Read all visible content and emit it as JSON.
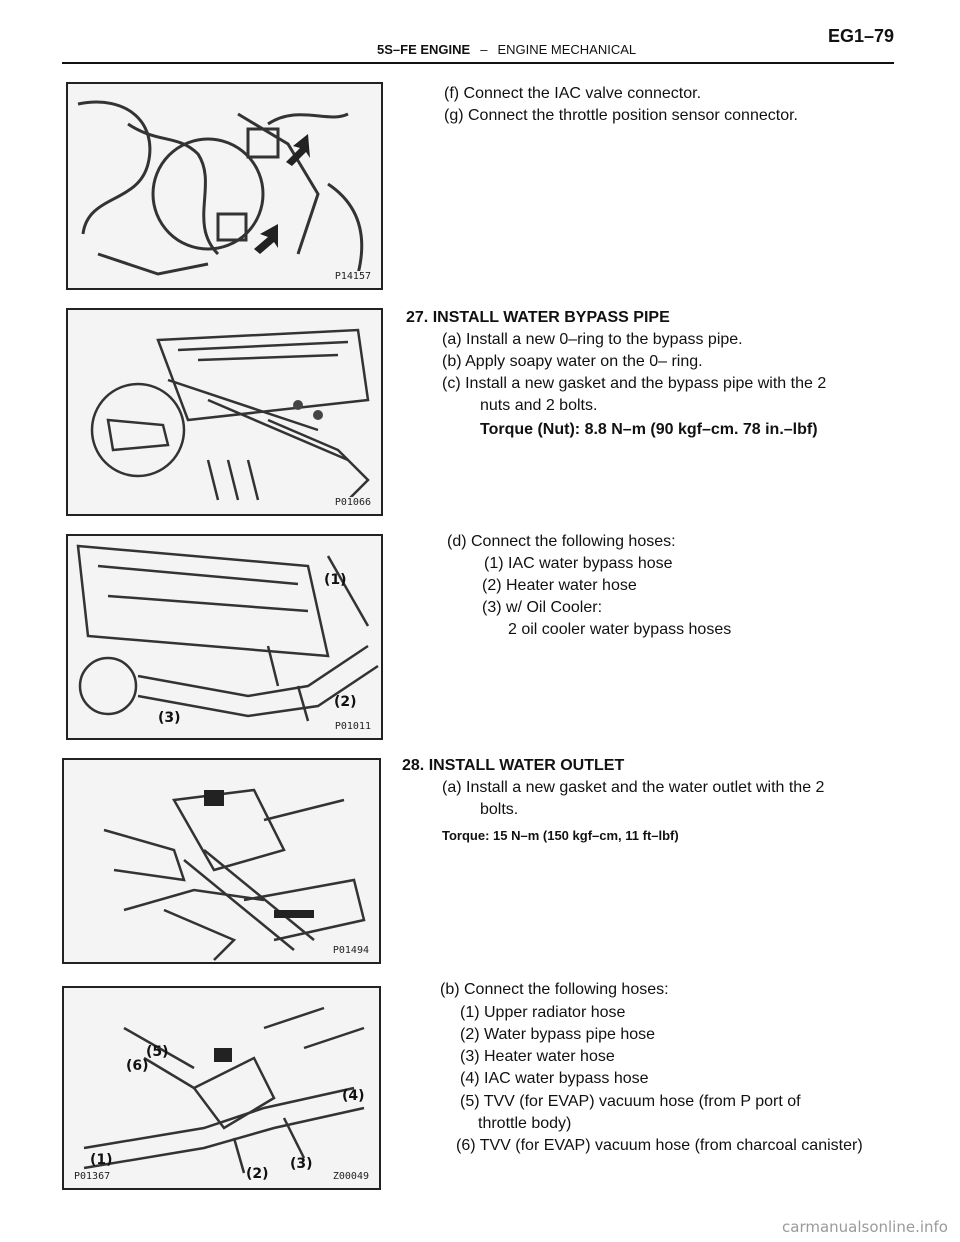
{
  "header": {
    "engine": "5S–FE ENGINE",
    "separator": "–",
    "section": "ENGINE MECHANICAL",
    "page": "EG1–79"
  },
  "figures": [
    {
      "code": "P14157"
    },
    {
      "code": "P01066"
    },
    {
      "code": "P01011",
      "callouts": [
        "(1)",
        "(2)",
        "(3)"
      ]
    },
    {
      "code": "P01494"
    },
    {
      "code": "Z00049",
      "code2": "P01367",
      "callouts": [
        "(1)",
        "(2)",
        "(3)",
        "(4)",
        "(5)",
        "(6)"
      ]
    }
  ],
  "block1": {
    "f": "(f) Connect the IAC valve connector.",
    "g": "(g) Connect the throttle position sensor connector."
  },
  "block2": {
    "heading": "27. INSTALL WATER BYPASS PIPE",
    "a": "(a) Install a new 0–ring to the bypass pipe.",
    "b": "(b) Apply soapy water on the 0– ring.",
    "c1": "(c) Install a new gasket and the bypass pipe with the 2",
    "c2": "nuts and 2 bolts.",
    "torque": "Torque (Nut): 8.8 N–m (90 kgf–cm. 78 in.–lbf)"
  },
  "block3": {
    "d": "(d) Connect the following hoses:",
    "i1": "(1) IAC water bypass hose",
    "i2": "(2) Heater water hose",
    "i3": "(3) w/ Oil Cooler:",
    "i3b": "2 oil cooler water bypass hoses"
  },
  "block4": {
    "heading": "28. INSTALL WATER OUTLET",
    "a1": "(a) Install a new gasket and the water outlet with the 2",
    "a2": "bolts.",
    "torque": "Torque: 15 N–m (150 kgf–cm, 11 ft–lbf)"
  },
  "block5": {
    "b": "(b) Connect the following hoses:",
    "i1": "(1) Upper radiator hose",
    "i2": "(2) Water bypass pipe hose",
    "i3": "(3) Heater water hose",
    "i4": "(4) IAC water bypass hose",
    "i5a": "(5) TVV (for EVAP) vacuum hose (from P port of",
    "i5b": "throttle body)",
    "i6": "(6) TVV (for EVAP) vacuum hose (from charcoal canister)"
  },
  "watermark": "carmanualsonline.info"
}
